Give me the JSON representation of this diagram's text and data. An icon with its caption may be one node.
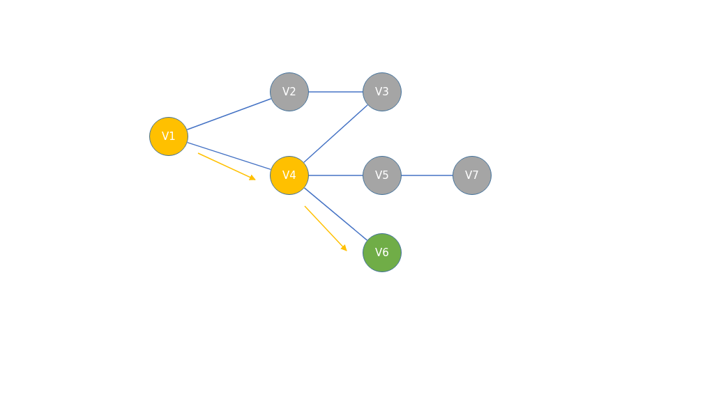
{
  "diagram": {
    "nodes": [
      {
        "text": [
          "V1"
        ]
      },
      {
        "text": [
          "V2"
        ]
      },
      {
        "text": [
          "V3"
        ]
      },
      {
        "text": [
          "V4"
        ]
      },
      {
        "text": [
          "V5"
        ]
      },
      {
        "text": [
          "V7"
        ]
      },
      {
        "text": [
          "V6"
        ]
      }
    ],
    "edges": [
      {
        "from": 0,
        "to": 1,
        "arrow": "none"
      },
      {
        "from": 0,
        "to": 3,
        "arrow": "none"
      },
      {
        "from": 1,
        "to": 2,
        "arrow": "none"
      },
      {
        "from": 3,
        "to": 2,
        "arrow": "none"
      },
      {
        "from": 3,
        "to": 4,
        "arrow": "none"
      },
      {
        "from": 4,
        "to": 5,
        "arrow": "none"
      },
      {
        "from": 3,
        "to": 6,
        "arrow": "none"
      }
    ]
  }
}
